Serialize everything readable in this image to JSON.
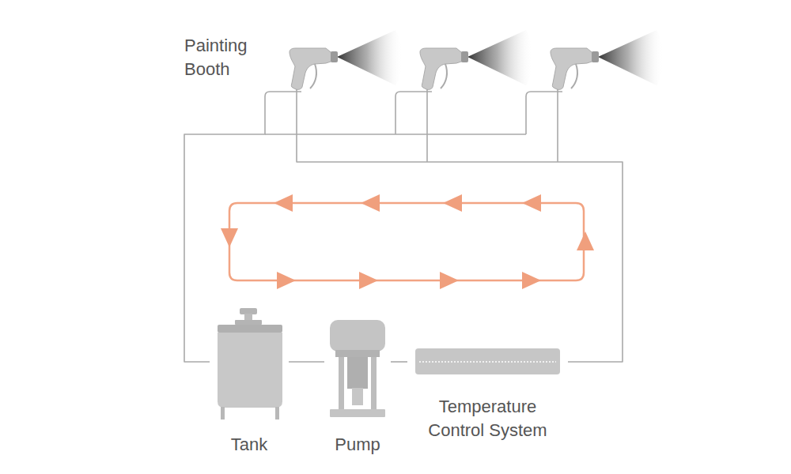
{
  "diagram": {
    "nodes": [
      {
        "text": [
          "Painting Booth"
        ]
      },
      {
        "text": [
          "Tank"
        ]
      },
      {
        "text": [
          "Pump"
        ]
      },
      {
        "text": [
          "Temperature Control System"
        ]
      }
    ],
    "edges": [
      {
        "from": 0,
        "to": 1,
        "arrow": "none"
      },
      {
        "from": 1,
        "to": 2,
        "arrow": "none"
      },
      {
        "from": 2,
        "to": 3,
        "arrow": "none"
      },
      {
        "from": 3,
        "to": 0,
        "arrow": "none"
      }
    ]
  }
}
